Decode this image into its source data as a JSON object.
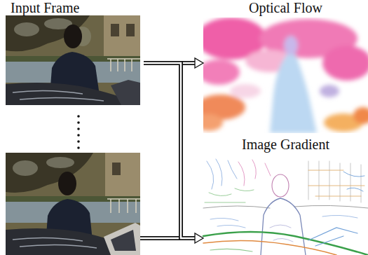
{
  "diagram": {
    "nodes": [
      {
        "text": [
          "Input Frame"
        ]
      },
      {
        "text": [
          "Optical Flow"
        ]
      },
      {
        "text": [
          "Image Gradient"
        ]
      }
    ],
    "edges": [
      {
        "from": 0,
        "to": 1,
        "arrow": "to"
      },
      {
        "from": 0,
        "to": 2,
        "arrow": "to"
      }
    ]
  }
}
